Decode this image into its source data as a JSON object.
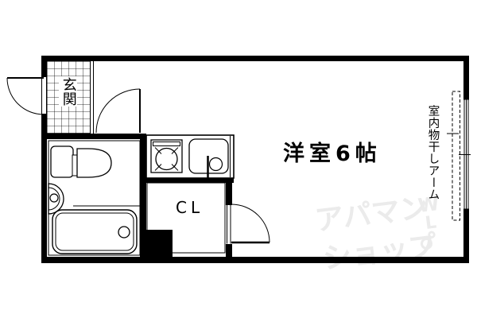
{
  "page": {
    "background_color": "#ffffff",
    "line_color": "#000000"
  },
  "floorplan": {
    "rooms": {
      "entrance_label": "玄関",
      "main_room_label": "洋室6帖",
      "closet_label": "CL",
      "drying_arm_label": "室内物干しアーム"
    },
    "fixtures": [
      "entrance-door",
      "hall-door",
      "toilet",
      "wash-basin",
      "bathtub",
      "gas-stove",
      "kitchen-sink",
      "closet-pillar",
      "main-room-door",
      "window",
      "drying-arm-outline"
    ],
    "watermark": {
      "line1": "アパマン",
      "line2": "ショップ",
      "mark1": "W",
      "mark2": "L",
      "color": "#ebebeb"
    }
  }
}
